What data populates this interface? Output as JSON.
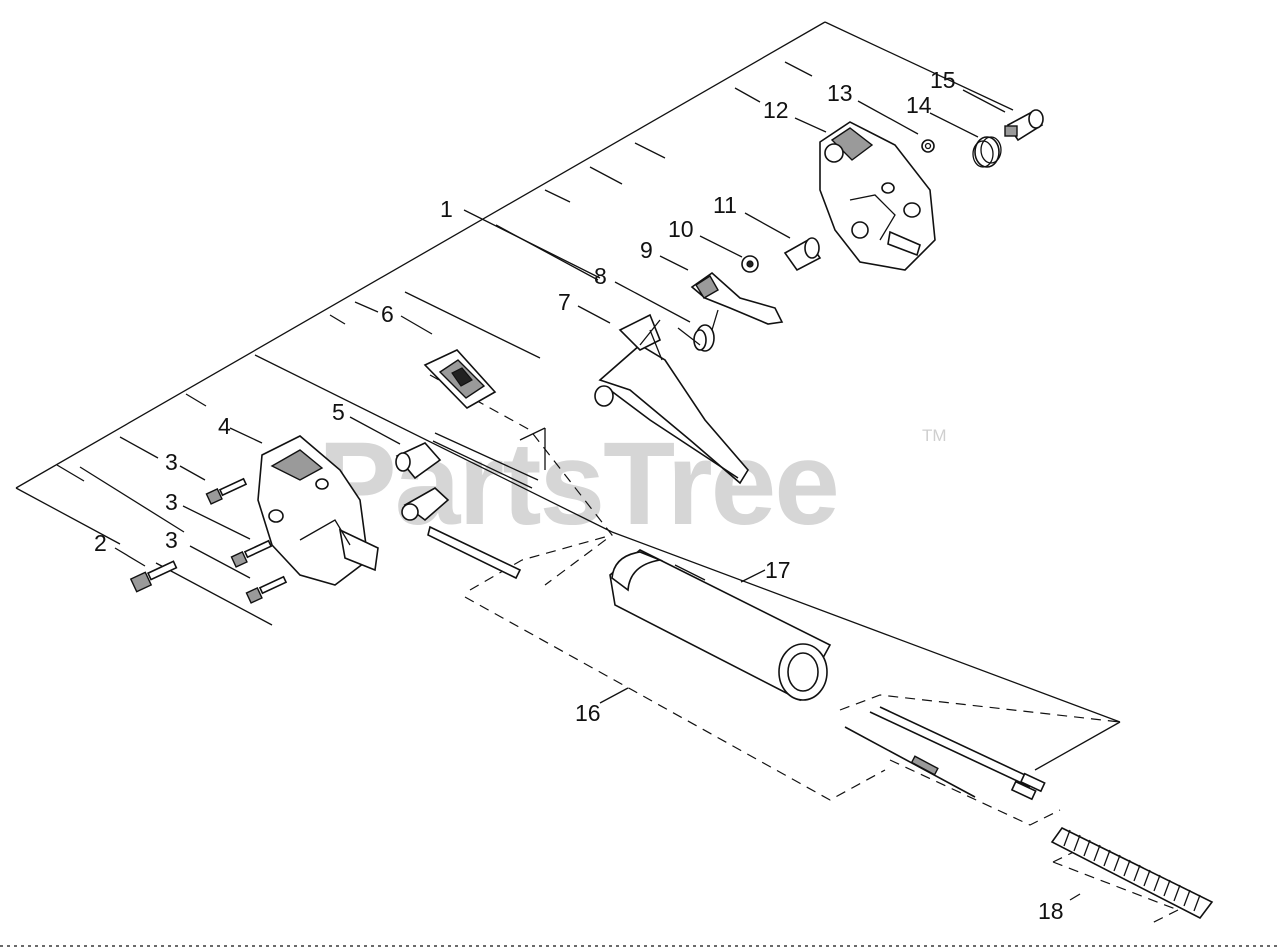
{
  "watermark": {
    "text": "PartsTree",
    "trademark": "TM"
  },
  "callouts": {
    "c1": "1",
    "c2": "2",
    "c3a": "3",
    "c3b": "3",
    "c3c": "3",
    "c4": "4",
    "c5": "5",
    "c6": "6",
    "c7": "7",
    "c8": "8",
    "c9": "9",
    "c10": "10",
    "c11": "11",
    "c12": "12",
    "c13": "13",
    "c14": "14",
    "c15": "15",
    "c16": "16",
    "c17": "17",
    "c18": "18"
  }
}
